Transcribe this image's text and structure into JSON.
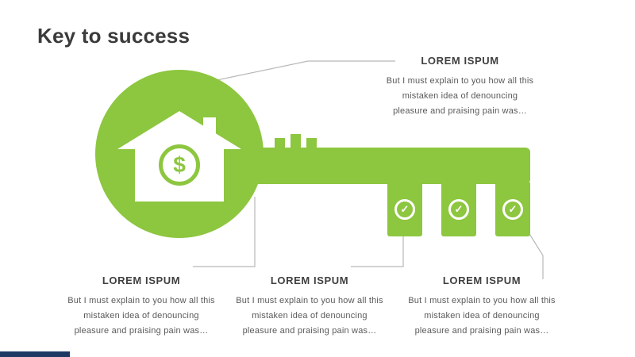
{
  "slide": {
    "title": "Key to success",
    "callouts": [
      {
        "position": "top-right",
        "heading": "LOREM ISPUM",
        "lines": [
          "But I must explain to you how all this",
          "mistaken idea of denouncing",
          "pleasure and praising pain was…"
        ]
      },
      {
        "position": "bottom-left",
        "heading": "LOREM ISPUM",
        "lines": [
          "But I must explain to you how all this",
          "mistaken idea of denouncing",
          "pleasure and praising pain was…"
        ]
      },
      {
        "position": "bottom-middle",
        "heading": "LOREM ISPUM",
        "lines": [
          "But I must explain to you how all this",
          "mistaken idea of denouncing",
          "pleasure and praising pain was…"
        ]
      },
      {
        "position": "bottom-right",
        "heading": "LOREM ISPUM",
        "lines": [
          "But I must explain to you how all this",
          "mistaken idea of denouncing",
          "pleasure and praising pain was…"
        ]
      }
    ],
    "key": {
      "dollar_symbol": "$",
      "check_symbol": "✓"
    },
    "colors": {
      "green": "#8dc63f",
      "navy": "#1e3864",
      "connector_gray": "#b8b8b8"
    }
  }
}
